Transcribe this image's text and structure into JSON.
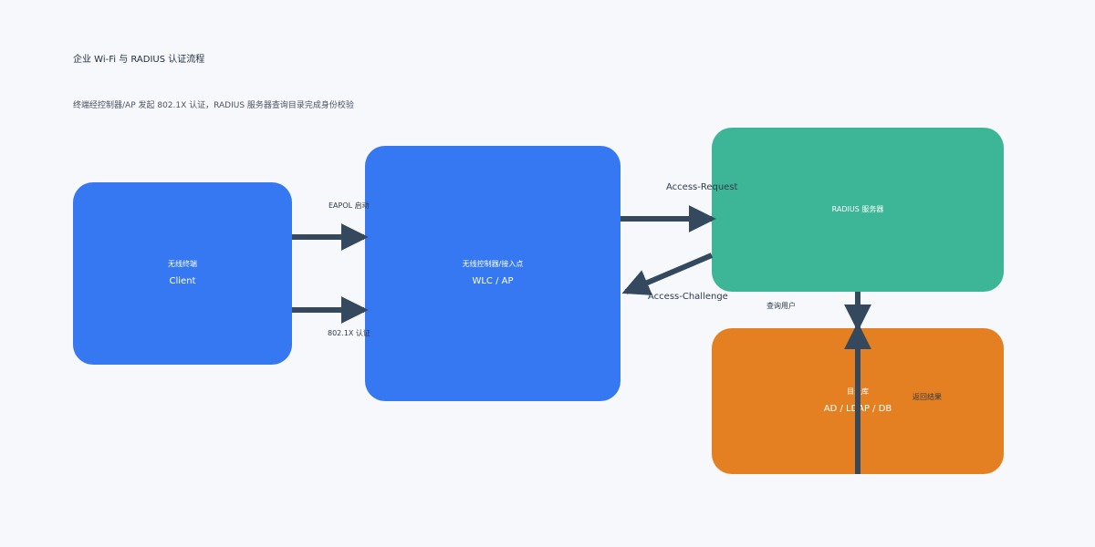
{
  "diagram": {
    "title": "企业 Wi-Fi 与 RADIUS 认证流程",
    "subtitle": "终端经控制器/AP 发起 802.1X 认证，RADIUS 服务器查询目录完成身份校验",
    "nodes": {
      "client": {
        "label": "无线终端",
        "sublabel": "Client",
        "color": "#3678f2"
      },
      "wlc": {
        "label": "无线控制器/接入点",
        "sublabel": "WLC / AP",
        "color": "#3678f2"
      },
      "radius": {
        "label": "RADIUS 服务器",
        "color": "#3db597"
      },
      "directory": {
        "label": "目录库",
        "sublabel": "AD / LDAP / DB",
        "color": "#e48022"
      }
    },
    "edges": {
      "eapol": "EAPOL 启动",
      "dot1x": "802.1X 认证",
      "access_request": "Access-Request",
      "access_challenge": "Access-Challenge",
      "query": "查询用户",
      "result": "返回结果"
    },
    "colors": {
      "arrow": "#34495e",
      "background": "#f6f8fc"
    }
  }
}
